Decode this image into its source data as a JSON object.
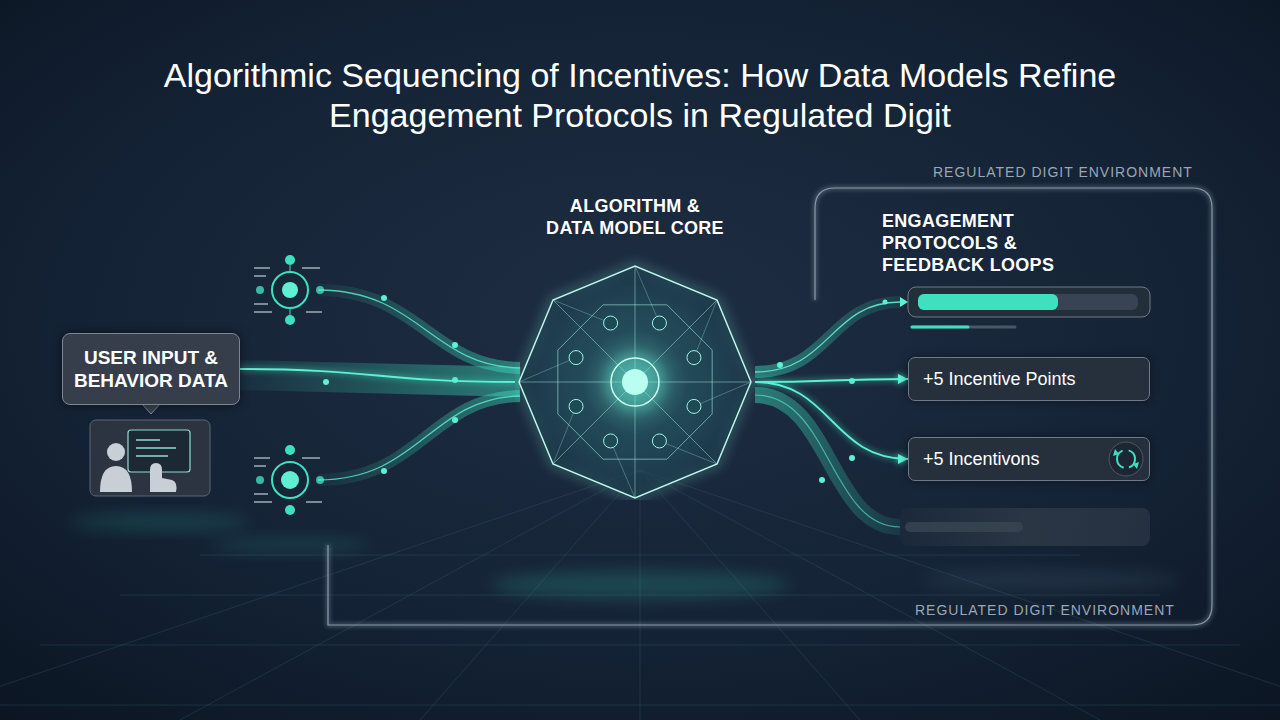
{
  "diagram": {
    "title": "Algorithmic Sequencing of Incentives: How Data Models Refine Engagement Protocols in Regulated Digit",
    "nodes": [
      {
        "text": [
          "USER INPUT & BEHAVIOR DATA"
        ]
      },
      {
        "text": [
          "ALGORITHM & DATA MODEL CORE"
        ]
      },
      {
        "text": [
          "REGULATED DIGIT ENVIRONMENT",
          "ENGAGEMENT PROTOCOLS & FEEDBACK LOOPS",
          "REGULATED DIGIT ENVIRONMENT"
        ]
      },
      {
        "text": [
          "+5 Incentive Points"
        ],
        "in": 2
      },
      {
        "text": [
          "+5 Incentivons"
        ],
        "in": 2
      }
    ],
    "edges": [
      {
        "from": 0,
        "to": 1,
        "arrow": "none"
      },
      {
        "from": 1,
        "to": 3,
        "arrow": "to"
      },
      {
        "from": 1,
        "to": 4,
        "arrow": "to"
      }
    ]
  }
}
